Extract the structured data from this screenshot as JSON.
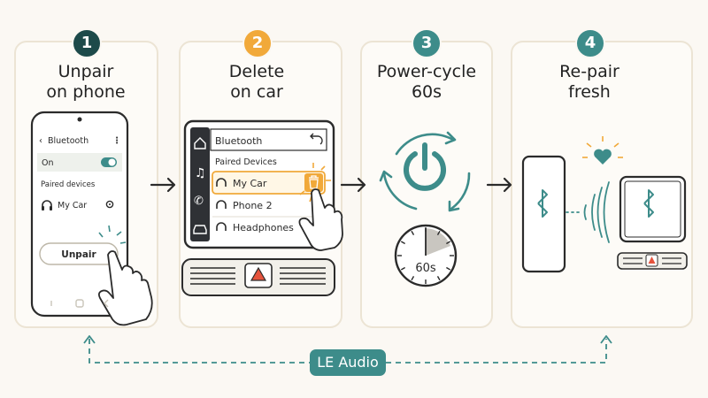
{
  "steps": [
    {
      "number": "1",
      "title": "Unpair\non phone",
      "color": "#1d4a4a"
    },
    {
      "number": "2",
      "title": "Delete\non car",
      "color": "#f1a93a"
    },
    {
      "number": "3",
      "title": "Power-cycle\n60s",
      "color": "#3d8c8a"
    },
    {
      "number": "4",
      "title": "Re-pair\nfresh",
      "color": "#3d8c8a"
    }
  ],
  "phone_screen": {
    "back_label": "Bluetooth",
    "toggle_label": "On",
    "section_label": "Paired devices",
    "device_name": "My Car",
    "unpair_label": "Unpair"
  },
  "car_screen": {
    "title": "Bluetooth",
    "section_label": "Paired Devices",
    "devices": [
      "My Car",
      "Phone 2",
      "Headphones"
    ]
  },
  "timer_label": "60s",
  "loop_label": "LE Audio",
  "accent_color": "#3d8c8a",
  "highlight_color": "#f1a93a"
}
